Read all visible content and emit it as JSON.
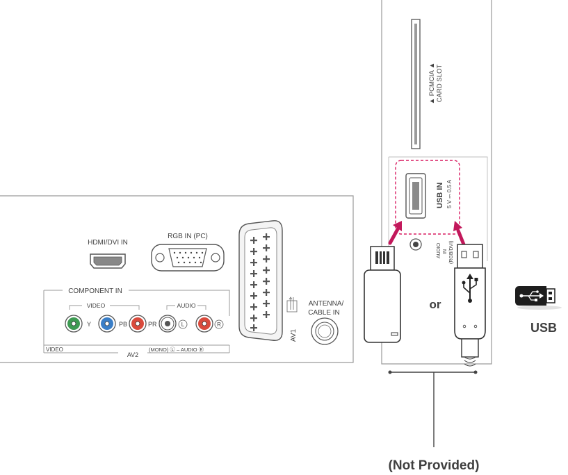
{
  "rear_panel": {
    "hdmi_label": "HDMI/DVI IN",
    "rgb_label": "RGB IN (PC)",
    "component_label": "COMPONENT IN",
    "component_video_label": "VIDEO",
    "component_audio_label": "AUDIO",
    "jack_y": "Y",
    "jack_pb": "PB",
    "jack_pr": "PR",
    "jack_l": "L",
    "jack_r": "R",
    "video_label": "VIDEO",
    "av2_label": "AV2",
    "mono_audio_label": "(MONO) Ⓛ – AUDIO Ⓡ",
    "av1_label": "AV1",
    "antenna_label_line1": "ANTENNA/",
    "antenna_label_line2": "CABLE IN"
  },
  "side_panel": {
    "pcmcia_line1": "▲ PCMCIA ▲",
    "pcmcia_line2": "CARD SLOT",
    "usb_in_label": "USB IN",
    "usb_rating": "5 V ⎓ 0.5 A",
    "audio_in_line1": "AUDIO",
    "audio_in_line2": "IN",
    "audio_in_line3": "(RGB/DVI)"
  },
  "connection": {
    "or_label": "or",
    "usb_label": "USB",
    "not_provided_label": "(Not Provided)"
  },
  "colors": {
    "jack_y": "#3d9a52",
    "jack_pb": "#3a7ec7",
    "jack_pr": "#d94a3c",
    "jack_r": "#d94a3c",
    "arrow": "#c2185b",
    "highlight_box": "#d81b60"
  }
}
